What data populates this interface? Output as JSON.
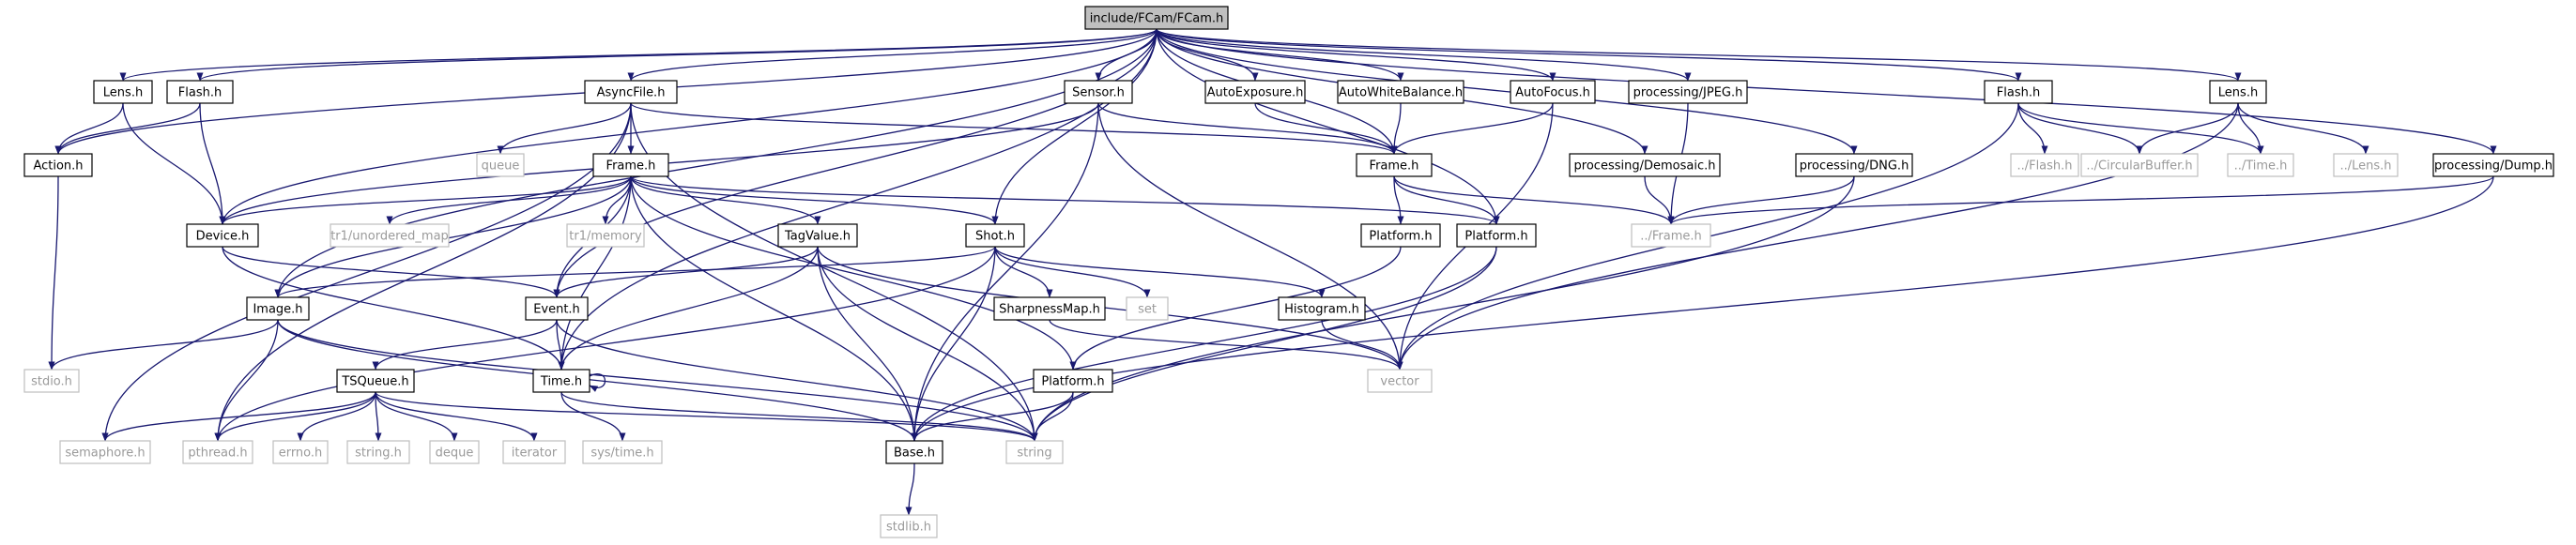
{
  "colors": {
    "edge": "#191970",
    "root_fill": "#bfbfbf",
    "node_stroke": "#000000",
    "ext_stroke": "#bfbfbf",
    "ext_text": "#9a9a9a"
  },
  "nodes": [
    {
      "id": "FCam",
      "label": "include/FCam/FCam.h",
      "kind": "root"
    },
    {
      "id": "Lens1",
      "label": "Lens.h",
      "kind": "file"
    },
    {
      "id": "Flash1",
      "label": "Flash.h",
      "kind": "file"
    },
    {
      "id": "Action",
      "label": "Action.h",
      "kind": "file"
    },
    {
      "id": "AsyncFile",
      "label": "AsyncFile.h",
      "kind": "file"
    },
    {
      "id": "Sensor",
      "label": "Sensor.h",
      "kind": "file"
    },
    {
      "id": "AutoExposure",
      "label": "AutoExposure.h",
      "kind": "file"
    },
    {
      "id": "AutoWhiteBalance",
      "label": "AutoWhiteBalance.h",
      "kind": "file"
    },
    {
      "id": "AutoFocus",
      "label": "AutoFocus.h",
      "kind": "file"
    },
    {
      "id": "procJPEG",
      "label": "processing/JPEG.h",
      "kind": "file"
    },
    {
      "id": "Flash2",
      "label": "Flash.h",
      "kind": "file"
    },
    {
      "id": "Lens2",
      "label": "Lens.h",
      "kind": "file"
    },
    {
      "id": "queue",
      "label": "queue",
      "kind": "ext"
    },
    {
      "id": "Frame",
      "label": "Frame.h",
      "kind": "file"
    },
    {
      "id": "FrameF",
      "label": "Frame.h",
      "kind": "file"
    },
    {
      "id": "procDemosaic",
      "label": "processing/Demosaic.h",
      "kind": "file"
    },
    {
      "id": "procDNG",
      "label": "processing/DNG.h",
      "kind": "file"
    },
    {
      "id": "relFlash",
      "label": "../Flash.h",
      "kind": "ext"
    },
    {
      "id": "relCircular",
      "label": "../CircularBuffer.h",
      "kind": "ext"
    },
    {
      "id": "relTime",
      "label": "../Time.h",
      "kind": "ext"
    },
    {
      "id": "relLens",
      "label": "../Lens.h",
      "kind": "ext"
    },
    {
      "id": "procDump",
      "label": "processing/Dump.h",
      "kind": "file"
    },
    {
      "id": "Device",
      "label": "Device.h",
      "kind": "file"
    },
    {
      "id": "unordered",
      "label": "tr1/unordered_map",
      "kind": "ext"
    },
    {
      "id": "memory",
      "label": "tr1/memory",
      "kind": "ext"
    },
    {
      "id": "TagValue",
      "label": "TagValue.h",
      "kind": "file"
    },
    {
      "id": "Shot",
      "label": "Shot.h",
      "kind": "file"
    },
    {
      "id": "PlatformA",
      "label": "Platform.h",
      "kind": "file"
    },
    {
      "id": "PlatformB",
      "label": "Platform.h",
      "kind": "file"
    },
    {
      "id": "relFrame",
      "label": "../Frame.h",
      "kind": "ext"
    },
    {
      "id": "Image",
      "label": "Image.h",
      "kind": "file"
    },
    {
      "id": "Event",
      "label": "Event.h",
      "kind": "file"
    },
    {
      "id": "Sharpness",
      "label": "SharpnessMap.h",
      "kind": "file"
    },
    {
      "id": "set",
      "label": "set",
      "kind": "ext"
    },
    {
      "id": "Histogram",
      "label": "Histogram.h",
      "kind": "file"
    },
    {
      "id": "stdio",
      "label": "stdio.h",
      "kind": "ext"
    },
    {
      "id": "TSQueue",
      "label": "TSQueue.h",
      "kind": "file"
    },
    {
      "id": "Time",
      "label": "Time.h",
      "kind": "file"
    },
    {
      "id": "PlatformC",
      "label": "Platform.h",
      "kind": "file"
    },
    {
      "id": "vector",
      "label": "vector",
      "kind": "ext"
    },
    {
      "id": "semaphore",
      "label": "semaphore.h",
      "kind": "ext"
    },
    {
      "id": "pthread",
      "label": "pthread.h",
      "kind": "ext"
    },
    {
      "id": "errno",
      "label": "errno.h",
      "kind": "ext"
    },
    {
      "id": "stringh",
      "label": "string.h",
      "kind": "ext"
    },
    {
      "id": "deque",
      "label": "deque",
      "kind": "ext"
    },
    {
      "id": "iterator",
      "label": "iterator",
      "kind": "ext"
    },
    {
      "id": "systime",
      "label": "sys/time.h",
      "kind": "ext"
    },
    {
      "id": "Base",
      "label": "Base.h",
      "kind": "file"
    },
    {
      "id": "string",
      "label": "string",
      "kind": "ext"
    },
    {
      "id": "stdlib",
      "label": "stdlib.h",
      "kind": "ext"
    }
  ],
  "edges": [
    [
      "FCam",
      "Lens1"
    ],
    [
      "FCam",
      "Flash1"
    ],
    [
      "FCam",
      "Action"
    ],
    [
      "FCam",
      "AsyncFile"
    ],
    [
      "FCam",
      "Sensor"
    ],
    [
      "FCam",
      "AutoExposure"
    ],
    [
      "FCam",
      "AutoWhiteBalance"
    ],
    [
      "FCam",
      "AutoFocus"
    ],
    [
      "FCam",
      "procJPEG"
    ],
    [
      "FCam",
      "Flash2"
    ],
    [
      "FCam",
      "Lens2"
    ],
    [
      "FCam",
      "procDump"
    ],
    [
      "FCam",
      "procDemosaic"
    ],
    [
      "FCam",
      "procDNG"
    ],
    [
      "FCam",
      "Device"
    ],
    [
      "FCam",
      "Image"
    ],
    [
      "FCam",
      "Event"
    ],
    [
      "FCam",
      "Shot"
    ],
    [
      "FCam",
      "Frame"
    ],
    [
      "FCam",
      "PlatformB"
    ],
    [
      "FCam",
      "Time"
    ],
    [
      "Lens1",
      "Action"
    ],
    [
      "Lens1",
      "Device"
    ],
    [
      "Flash1",
      "Action"
    ],
    [
      "Flash1",
      "Device"
    ],
    [
      "Action",
      "stdio"
    ],
    [
      "AsyncFile",
      "queue"
    ],
    [
      "AsyncFile",
      "FrameF"
    ],
    [
      "AsyncFile",
      "Frame"
    ],
    [
      "AsyncFile",
      "semaphore"
    ],
    [
      "AsyncFile",
      "pthread"
    ],
    [
      "AsyncFile",
      "string"
    ],
    [
      "Sensor",
      "Frame"
    ],
    [
      "Sensor",
      "Device"
    ],
    [
      "Sensor",
      "vector"
    ],
    [
      "Sensor",
      "Base"
    ],
    [
      "AutoExposure",
      "Frame"
    ],
    [
      "AutoWhiteBalance",
      "Frame"
    ],
    [
      "AutoFocus",
      "Frame"
    ],
    [
      "AutoFocus",
      "vector"
    ],
    [
      "procJPEG",
      "relFrame"
    ],
    [
      "procDemosaic",
      "relFrame"
    ],
    [
      "procDNG",
      "relFrame"
    ],
    [
      "procDNG",
      "string"
    ],
    [
      "Flash2",
      "relFlash"
    ],
    [
      "Flash2",
      "relCircular"
    ],
    [
      "Flash2",
      "relTime"
    ],
    [
      "Flash2",
      "vector"
    ],
    [
      "Lens2",
      "relCircular"
    ],
    [
      "Lens2",
      "relTime"
    ],
    [
      "Lens2",
      "relLens"
    ],
    [
      "Lens2",
      "vector"
    ],
    [
      "procDump",
      "relFrame"
    ],
    [
      "procDump",
      "Base"
    ],
    [
      "Frame",
      "PlatformA"
    ],
    [
      "Frame",
      "PlatformB"
    ],
    [
      "Frame",
      "relFrame"
    ],
    [
      "FrameF",
      "Device"
    ],
    [
      "FrameF",
      "unordered"
    ],
    [
      "FrameF",
      "memory"
    ],
    [
      "FrameF",
      "TagValue"
    ],
    [
      "FrameF",
      "Shot"
    ],
    [
      "FrameF",
      "Image"
    ],
    [
      "FrameF",
      "Event"
    ],
    [
      "FrameF",
      "Time"
    ],
    [
      "FrameF",
      "PlatformB"
    ],
    [
      "FrameF",
      "PlatformC"
    ],
    [
      "FrameF",
      "Base"
    ],
    [
      "Device",
      "Event"
    ],
    [
      "Device",
      "Time"
    ],
    [
      "TagValue",
      "Event"
    ],
    [
      "TagValue",
      "Time"
    ],
    [
      "TagValue",
      "vector"
    ],
    [
      "TagValue",
      "string"
    ],
    [
      "TagValue",
      "Base"
    ],
    [
      "Shot",
      "Image"
    ],
    [
      "Shot",
      "Sharpness"
    ],
    [
      "Shot",
      "set"
    ],
    [
      "Shot",
      "Histogram"
    ],
    [
      "Shot",
      "Base"
    ],
    [
      "Shot",
      "pthread"
    ],
    [
      "Image",
      "stdio"
    ],
    [
      "Image",
      "pthread"
    ],
    [
      "Image",
      "Base"
    ],
    [
      "Image",
      "string"
    ],
    [
      "Event",
      "TSQueue"
    ],
    [
      "Event",
      "Time"
    ],
    [
      "Event",
      "string"
    ],
    [
      "Sharpness",
      "vector"
    ],
    [
      "Histogram",
      "vector"
    ],
    [
      "TSQueue",
      "semaphore"
    ],
    [
      "TSQueue",
      "pthread"
    ],
    [
      "TSQueue",
      "errno"
    ],
    [
      "TSQueue",
      "stringh"
    ],
    [
      "TSQueue",
      "deque"
    ],
    [
      "TSQueue",
      "iterator"
    ],
    [
      "TSQueue",
      "string"
    ],
    [
      "Time",
      "systime"
    ],
    [
      "Time",
      "string"
    ],
    [
      "Time",
      "Time"
    ],
    [
      "PlatformA",
      "PlatformC"
    ],
    [
      "PlatformB",
      "Base"
    ],
    [
      "PlatformB",
      "string"
    ],
    [
      "PlatformC",
      "Base"
    ],
    [
      "PlatformC",
      "string"
    ],
    [
      "Base",
      "stdlib"
    ]
  ]
}
